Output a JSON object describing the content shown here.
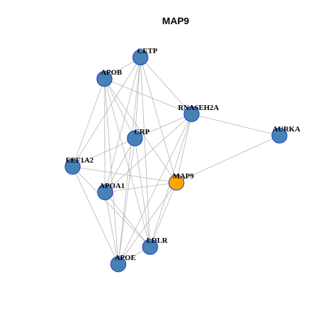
{
  "title": "MAP9",
  "colors": {
    "default_node": "#4682b4",
    "highlight_node": "#ffa500",
    "node_border": "#1f3fd0",
    "edge": "#b4b4b4"
  },
  "nodes": [
    {
      "id": "CETP",
      "label": "CETP",
      "highlight": false
    },
    {
      "id": "APOB",
      "label": "APOB",
      "highlight": false
    },
    {
      "id": "RNASEH2A",
      "label": "RNASEH2A",
      "highlight": false
    },
    {
      "id": "AURKA",
      "label": "AURKA",
      "highlight": false
    },
    {
      "id": "CRP",
      "label": "CRP",
      "highlight": false
    },
    {
      "id": "EEF1A2",
      "label": "EEF1A2",
      "highlight": false
    },
    {
      "id": "MAP9",
      "label": "MAP9",
      "highlight": true
    },
    {
      "id": "APOA1",
      "label": "APOA1",
      "highlight": false
    },
    {
      "id": "LDLR",
      "label": "LDLR",
      "highlight": false
    },
    {
      "id": "APOE",
      "label": "APOE",
      "highlight": false
    }
  ],
  "edges": [
    [
      "CETP",
      "APOB"
    ],
    [
      "CETP",
      "RNASEH2A"
    ],
    [
      "CETP",
      "CRP"
    ],
    [
      "CETP",
      "EEF1A2"
    ],
    [
      "CETP",
      "APOA1"
    ],
    [
      "CETP",
      "LDLR"
    ],
    [
      "CETP",
      "APOE"
    ],
    [
      "CETP",
      "MAP9"
    ],
    [
      "APOB",
      "RNASEH2A"
    ],
    [
      "APOB",
      "CRP"
    ],
    [
      "APOB",
      "EEF1A2"
    ],
    [
      "APOB",
      "APOA1"
    ],
    [
      "APOB",
      "LDLR"
    ],
    [
      "APOB",
      "APOE"
    ],
    [
      "APOB",
      "MAP9"
    ],
    [
      "RNASEH2A",
      "AURKA"
    ],
    [
      "RNASEH2A",
      "CRP"
    ],
    [
      "RNASEH2A",
      "APOA1"
    ],
    [
      "RNASEH2A",
      "LDLR"
    ],
    [
      "RNASEH2A",
      "APOE"
    ],
    [
      "RNASEH2A",
      "MAP9"
    ],
    [
      "AURKA",
      "MAP9"
    ],
    [
      "CRP",
      "EEF1A2"
    ],
    [
      "CRP",
      "APOA1"
    ],
    [
      "CRP",
      "LDLR"
    ],
    [
      "CRP",
      "APOE"
    ],
    [
      "EEF1A2",
      "MAP9"
    ],
    [
      "EEF1A2",
      "LDLR"
    ],
    [
      "EEF1A2",
      "APOE"
    ],
    [
      "APOA1",
      "MAP9"
    ],
    [
      "APOA1",
      "LDLR"
    ],
    [
      "APOA1",
      "APOE"
    ],
    [
      "MAP9",
      "LDLR"
    ],
    [
      "MAP9",
      "APOE"
    ],
    [
      "LDLR",
      "APOE"
    ]
  ]
}
